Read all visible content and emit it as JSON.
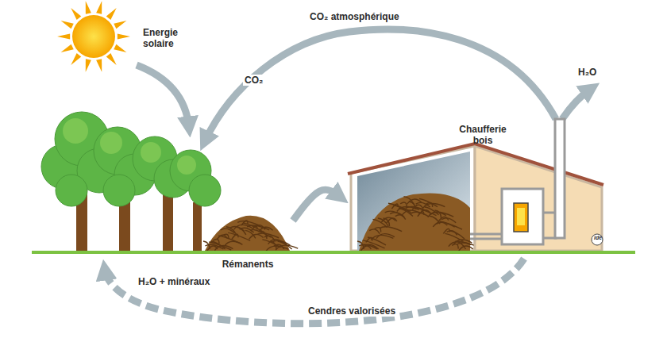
{
  "diagram": {
    "nodes": [
      {
        "text": [
          "Rémanents"
        ]
      },
      {
        "text": [
          "Chaufferie bois"
        ]
      }
    ],
    "edges": [
      {
        "from": 0,
        "to": 1,
        "arrow": "to"
      }
    ],
    "labels": [
      "Energie solaire",
      "CO₂ atmosphérique",
      "CO₂",
      "H₂O",
      "H₂O + minéraux",
      "Cendres valorisées",
      "ide"
    ]
  }
}
